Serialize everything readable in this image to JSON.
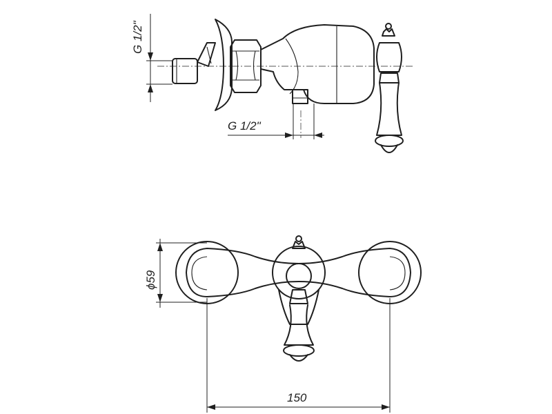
{
  "dimensions": {
    "thread_inlet": "G 1/2\"",
    "thread_outlet": "G 1/2\"",
    "diameter": "ϕ59",
    "width": "150"
  }
}
